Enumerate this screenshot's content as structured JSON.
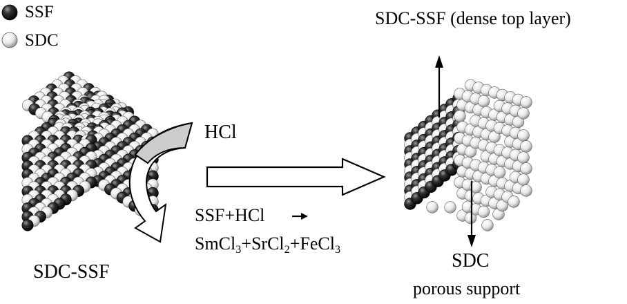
{
  "legend": [
    {
      "label": "SSF",
      "color": "#111111"
    },
    {
      "label": "SDC",
      "color": "#e6e6e6"
    }
  ],
  "labels": {
    "left_cube": "SDC-SSF",
    "acid": "HCl",
    "reaction_line1": "SSF+HCl",
    "reaction_line2": {
      "sm": "SmCl",
      "sm_sub": "3",
      "sr": "+SrCl",
      "sr_sub": "2",
      "fe": "+FeCl",
      "fe_sub": "3"
    },
    "top_right": "SDC-SSF (dense top layer)",
    "bottom_right_1": "SDC",
    "bottom_right_2": "porous support"
  },
  "colors": {
    "ssf": "#111111",
    "sdc": "#e6e6e6",
    "arrow_fill": "#ffffff",
    "hcl_arrow_fill": "#cccccc"
  }
}
